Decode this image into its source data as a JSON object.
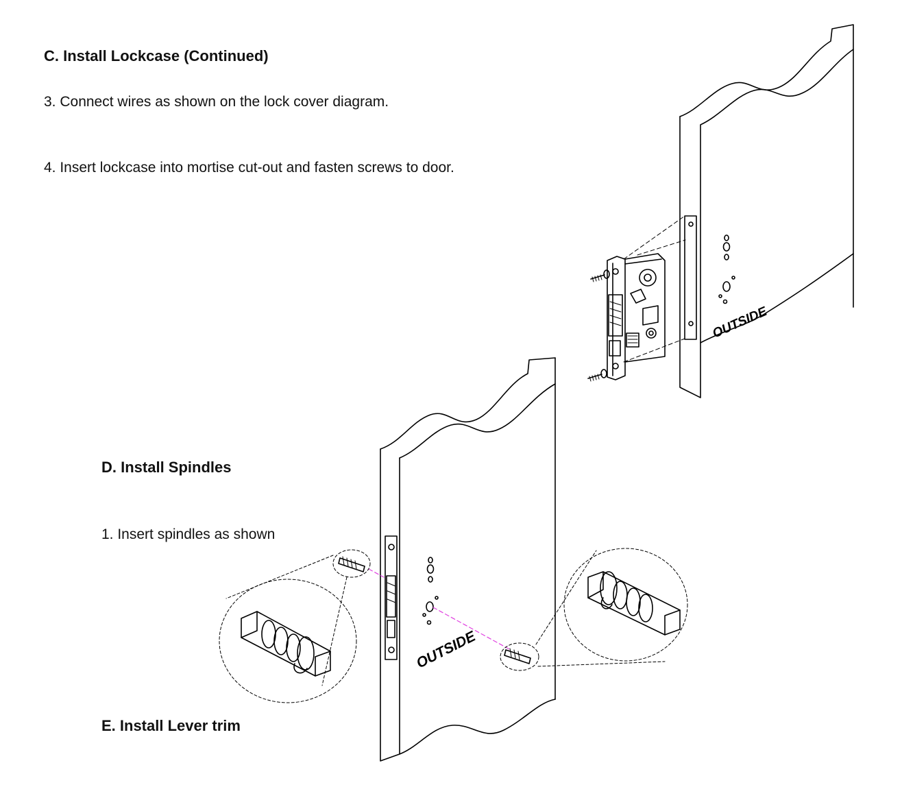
{
  "section_c": {
    "heading": "C.  Install Lockcase (Continued)",
    "step_3": "3.  Connect wires as shown on the lock cover diagram.",
    "step_4": "4.   Insert lockcase into mortise cut-out and fasten screws to door."
  },
  "section_d": {
    "heading": "D.  Install Spindles",
    "step_1": "1.     Insert spindles as shown"
  },
  "section_e": {
    "heading": "E.  Install Lever trim"
  },
  "figure_labels": {
    "door_side_top": "OUTSIDE",
    "door_side_bottom": "OUTSIDE"
  }
}
